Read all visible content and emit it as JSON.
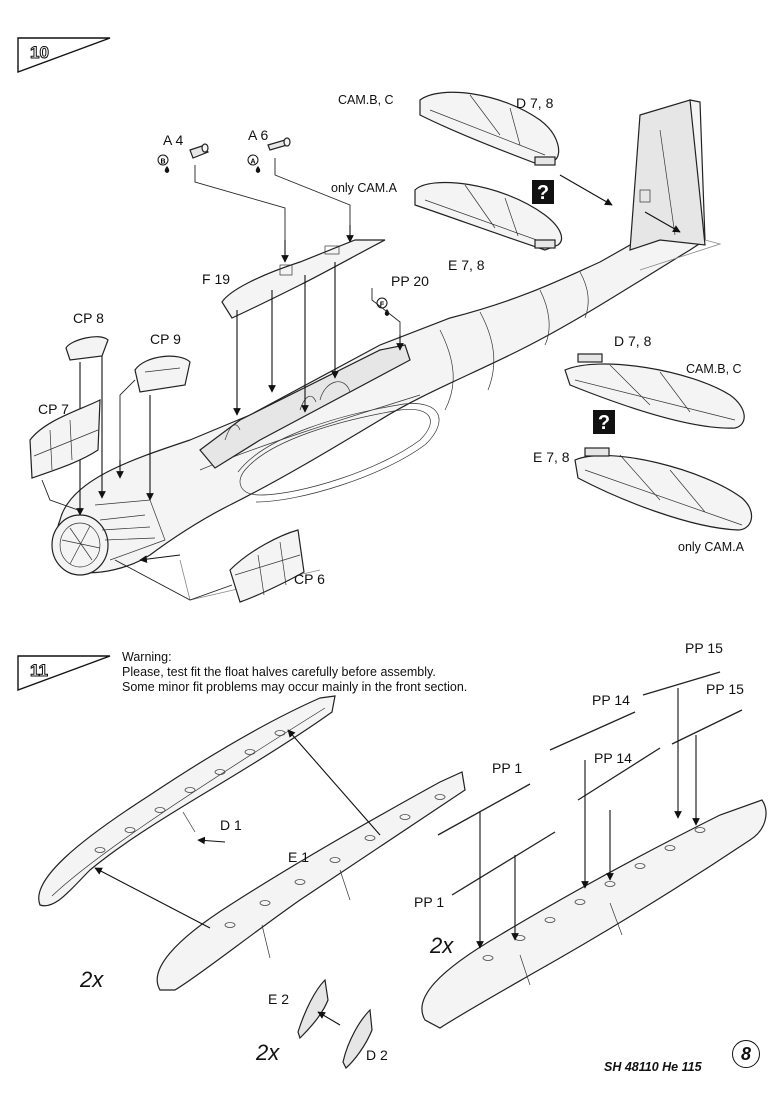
{
  "steps": [
    {
      "number": "10"
    },
    {
      "number": "11"
    }
  ],
  "step10": {
    "labels": {
      "a4": "A 4",
      "a6": "A 6",
      "cam_bc_top": "CAM.B, C",
      "d78_top": "D 7, 8",
      "only_cam_a_top": "only CAM.A",
      "e78_top": "E 7, 8",
      "f19": "F 19",
      "pp20": "PP 20",
      "cp8": "CP 8",
      "cp9": "CP 9",
      "cp7": "CP 7",
      "d78_right": "D 7, 8",
      "cam_bc_right": "CAM.B, C",
      "e78_right": "E 7, 8",
      "only_cam_a_right": "only CAM.A",
      "cp6": "CP 6"
    },
    "glue_icons": {
      "a4": "B",
      "a6": "A",
      "pp20": "F"
    },
    "question_mark": "?"
  },
  "step11": {
    "warning": [
      "Warning:",
      "Please, test fit the float halves carefully before assembly.",
      "Some minor fit problems may occur mainly in the front section."
    ],
    "labels": {
      "d1": "D 1",
      "e1": "E 1",
      "multiplier_left": "2x",
      "e2": "E 2",
      "d2": "D 2",
      "multiplier_bottom": "2x",
      "pp15_top": "PP 15",
      "pp14_left": "PP 14",
      "pp15_right": "PP 15",
      "pp1_top": "PP 1",
      "pp14_right": "PP 14",
      "pp1_left": "PP 1",
      "multiplier_right": "2x"
    }
  },
  "footer": {
    "code": "SH 48110 He 115",
    "page_number": "8"
  }
}
